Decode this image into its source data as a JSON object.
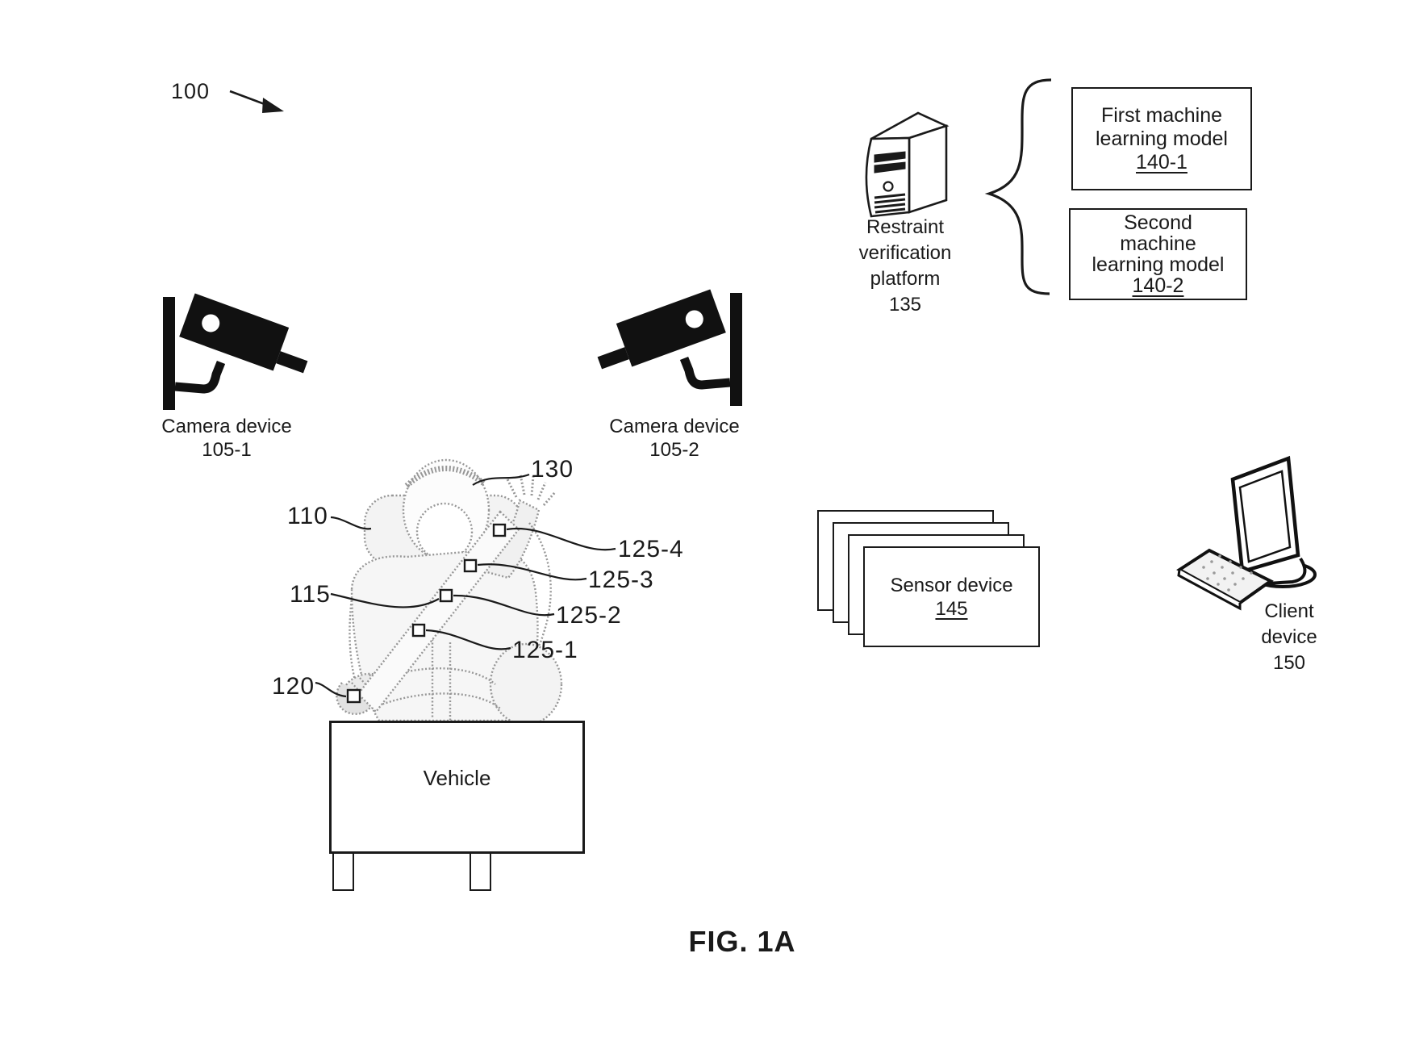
{
  "figure": {
    "ref": "100",
    "caption": "FIG. 1A"
  },
  "platform": {
    "lines": [
      "Restraint",
      "verification",
      "platform"
    ],
    "ref": "135"
  },
  "model_boxes": [
    {
      "lines": [
        "First machine",
        "learning model"
      ],
      "ref": "140-1"
    },
    {
      "lines": [
        "Second",
        "machine",
        "learning model"
      ],
      "ref": "140-2"
    }
  ],
  "cameras": [
    {
      "label": "Camera device",
      "ref": "105-1"
    },
    {
      "label": "Camera device",
      "ref": "105-2"
    }
  ],
  "occupant_refs": {
    "head": "130",
    "seat": "110",
    "belt": "115",
    "buckle": "120",
    "keypoints": [
      "125-1",
      "125-2",
      "125-3",
      "125-4"
    ]
  },
  "vehicle": {
    "label": "Vehicle"
  },
  "sensor": {
    "label": "Sensor device",
    "ref": "145"
  },
  "client": {
    "lines": [
      "Client",
      "device"
    ],
    "ref": "150"
  },
  "colors": {
    "ink": "#1a1a1a",
    "sketch": "#979797",
    "background": "#ffffff"
  }
}
